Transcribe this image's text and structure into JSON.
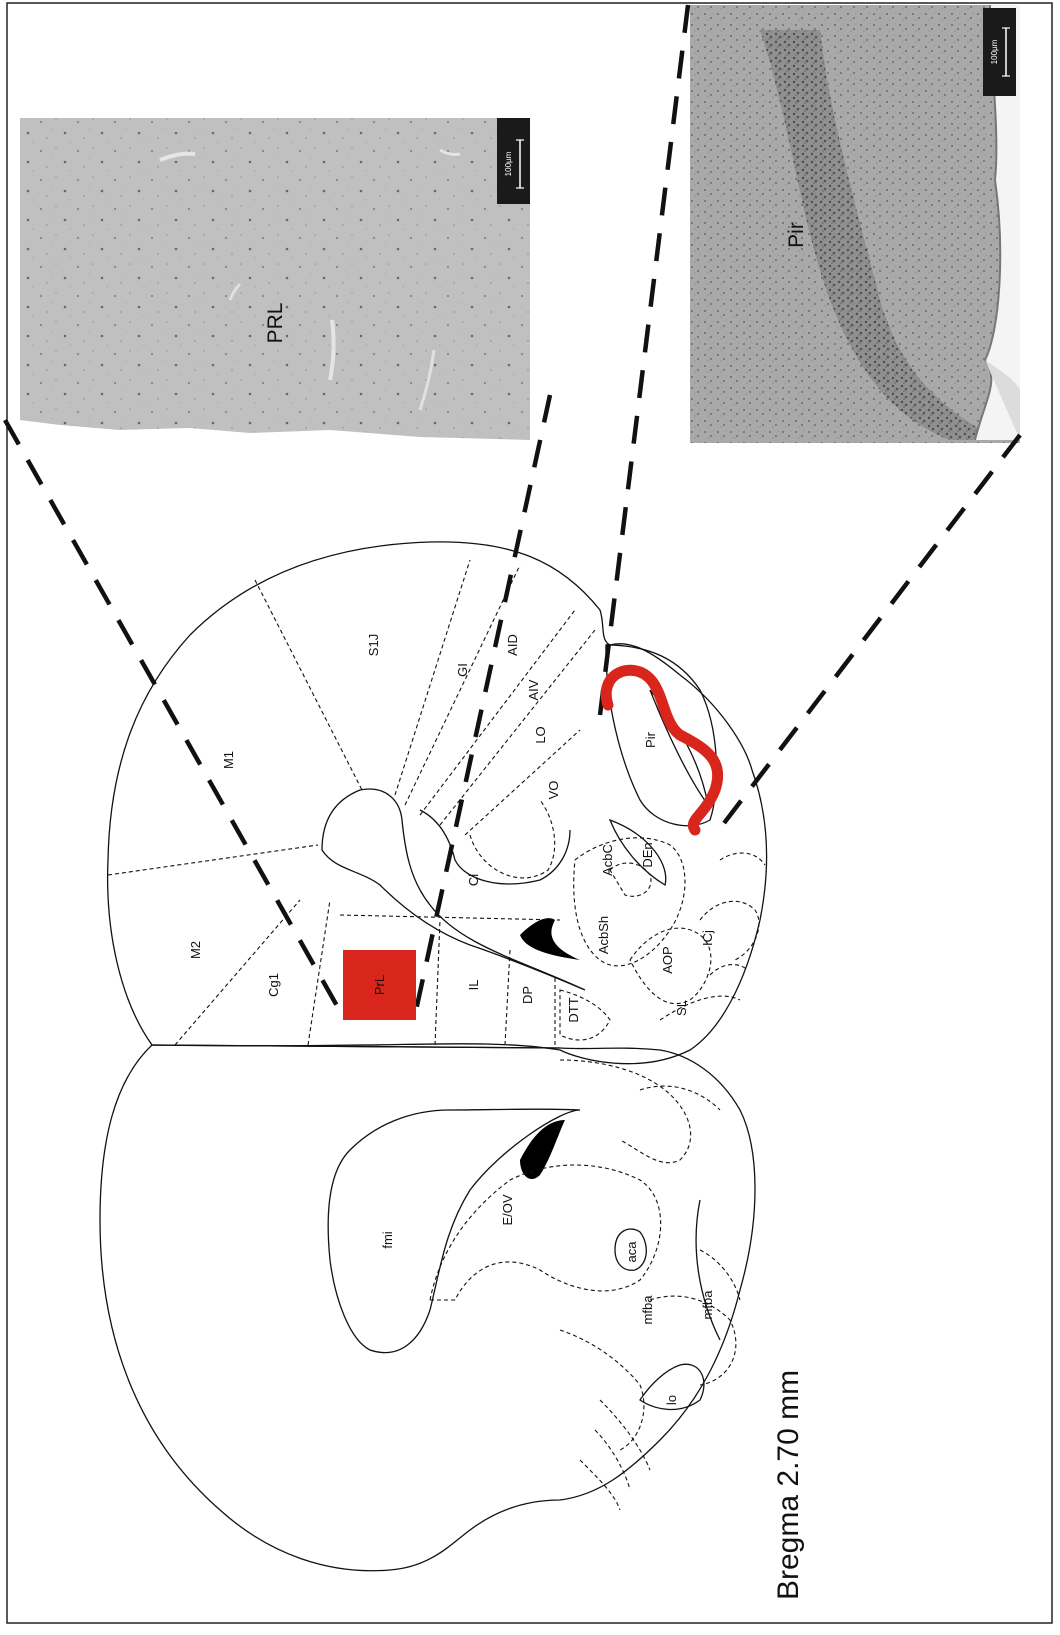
{
  "caption": "Bregma 2.70 mm",
  "micrographs": {
    "top": {
      "label": "PRL",
      "scale_bar": "100µm"
    },
    "bottom": {
      "label": "Pir",
      "scale_bar": "100µm"
    }
  },
  "regions": {
    "M2": "M2",
    "Cg1": "Cg1",
    "PrL": "PrL",
    "IL": "IL",
    "DP": "DP",
    "DTT": "DTT",
    "M1": "M1",
    "S1J": "S1J",
    "GI": "GI",
    "AID": "AID",
    "AIV": "AIV",
    "LO": "LO",
    "VO": "VO",
    "Cl": "Cl",
    "AcbSh": "AcbSh",
    "AcbC": "AcbC",
    "DEn": "DEn",
    "Pir": "Pir",
    "AOP": "AOP",
    "SL": "SL",
    "ICj": "ICj",
    "fmi": "fmi",
    "E_OV": "E/OV",
    "aca": "aca",
    "mfba1": "mfba",
    "mfba2": "mfba",
    "lo": "lo"
  },
  "colors": {
    "highlight": "#d9261c",
    "line": "#111111",
    "micrograph_bg": "#b6b6b6"
  }
}
